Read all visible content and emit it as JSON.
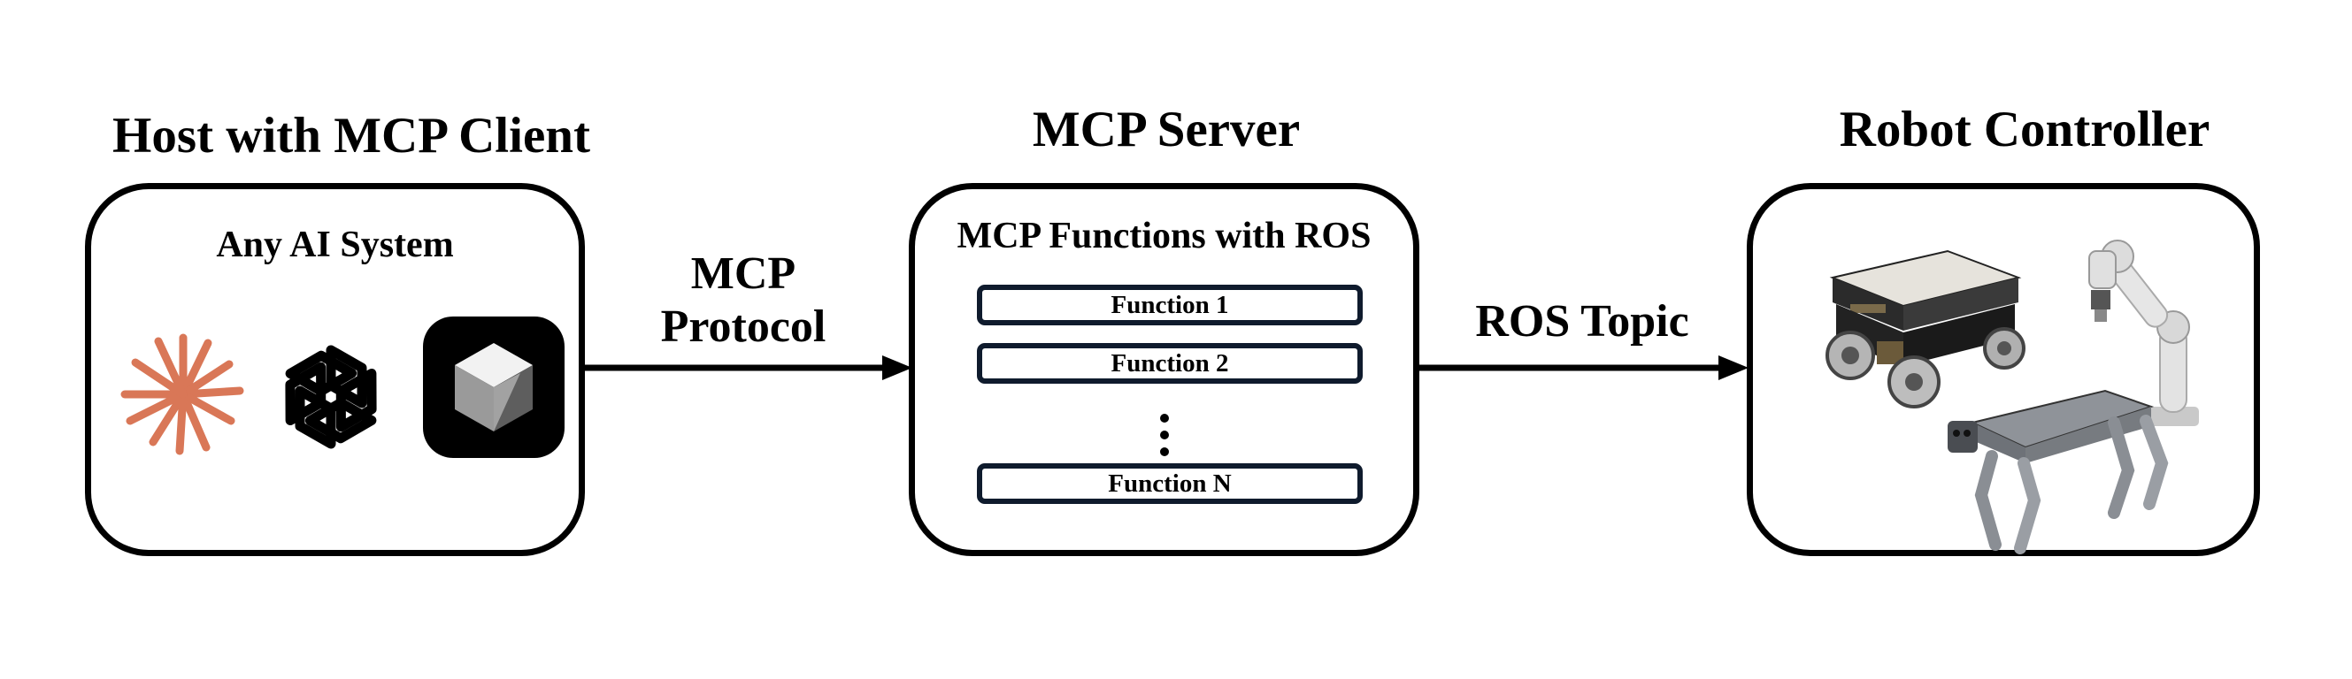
{
  "host": {
    "title": "Host with MCP Client",
    "panel_label": "Any AI System",
    "icons": [
      "starburst-logo-icon",
      "knot-logo-icon",
      "cube-logo-icon"
    ],
    "colors": {
      "starburst": "#d97757",
      "cube_bg": "#000000"
    }
  },
  "server": {
    "title": "MCP Server",
    "panel_label": "MCP Functions with ROS",
    "functions": [
      "Function 1",
      "Function 2",
      "Function N"
    ],
    "ellipsis": "⋮"
  },
  "robot": {
    "title": "Robot Controller",
    "images": [
      "mobile-base-robot",
      "robot-arm",
      "quadruped-robot-dog"
    ]
  },
  "arrows": {
    "left_label_line1": "MCP",
    "left_label_line2": "Protocol",
    "right_label": "ROS Topic"
  }
}
